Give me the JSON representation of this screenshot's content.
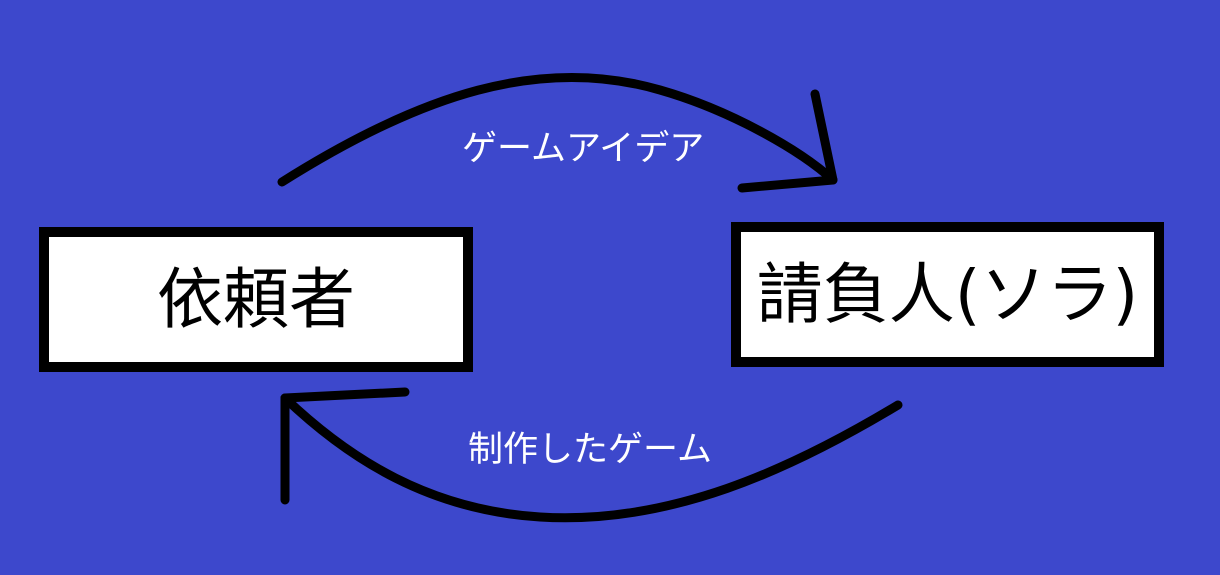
{
  "background_color": "#3d48cc",
  "nodes": {
    "client": {
      "label": "依頼者"
    },
    "contractor": {
      "label": "請負人(ソラ)"
    }
  },
  "flows": {
    "top": {
      "label": "ゲームアイデア",
      "from": "client",
      "to": "contractor",
      "color": "#ffffff"
    },
    "bottom": {
      "label": "制作したゲーム",
      "from": "contractor",
      "to": "client",
      "color": "#ffffff"
    }
  },
  "arrow_color": "#000000",
  "box_border_color": "#000000"
}
